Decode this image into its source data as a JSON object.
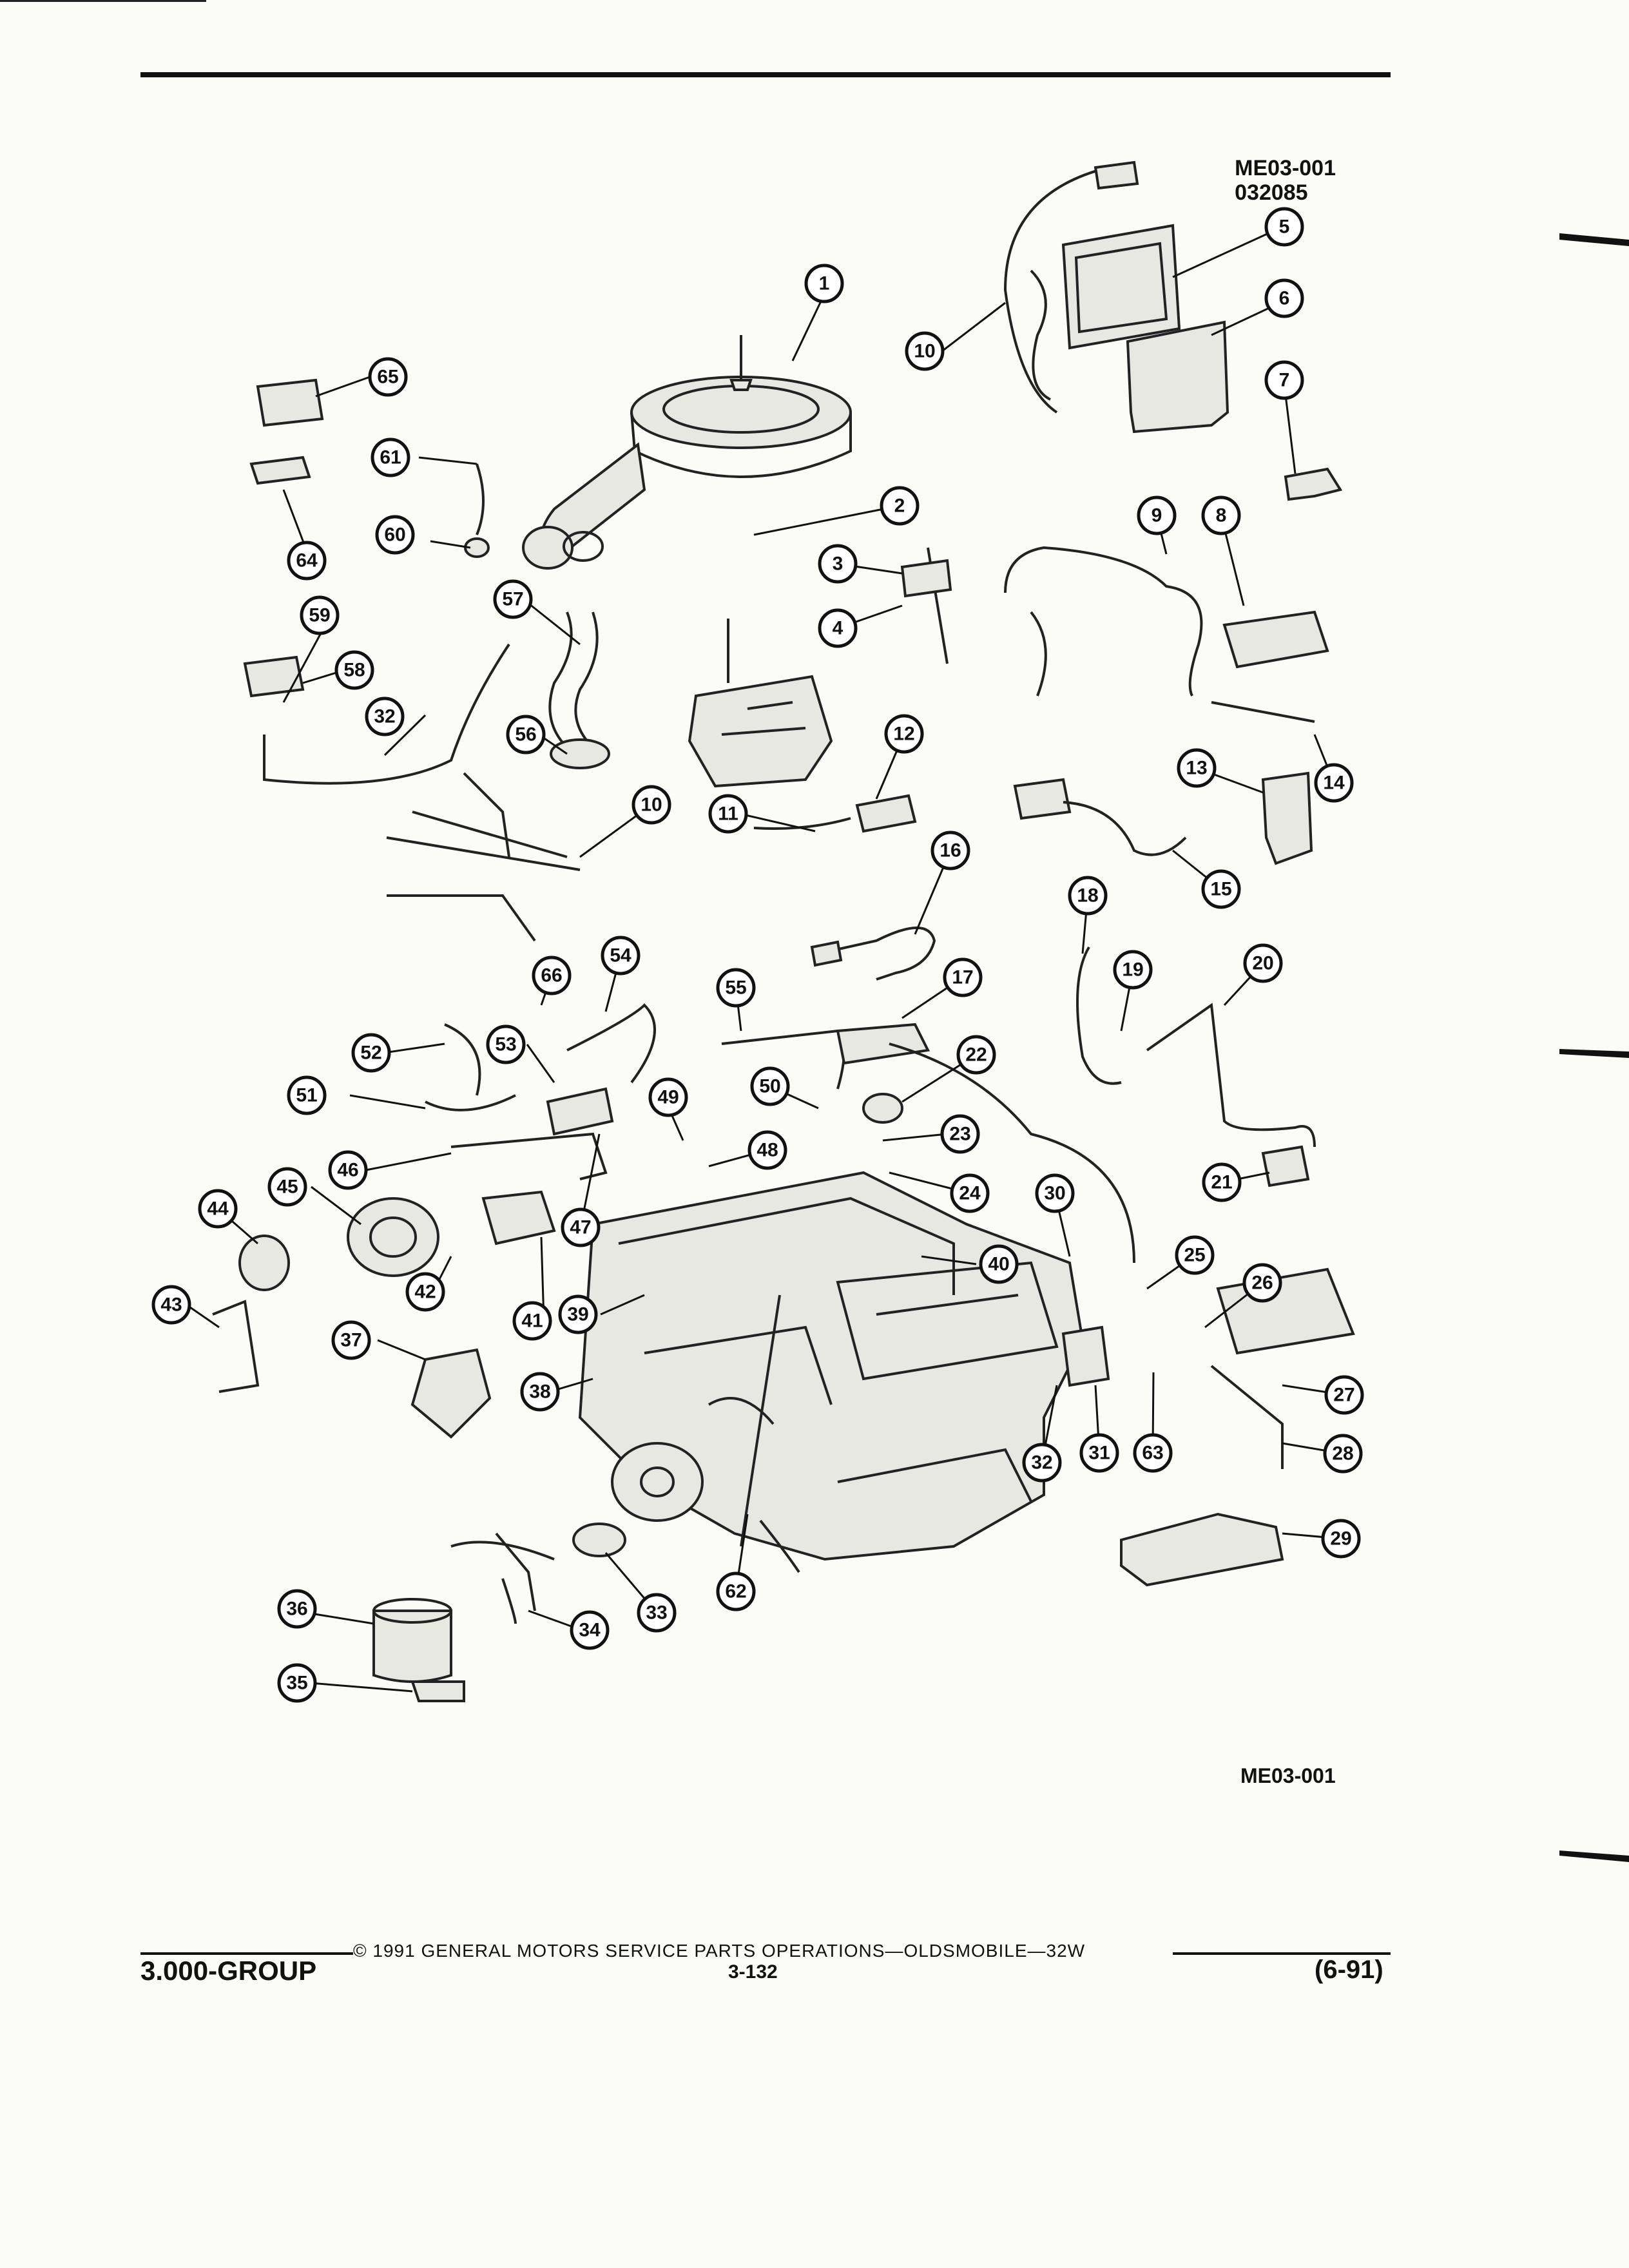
{
  "figure": {
    "id_top": "ME03-001",
    "date_code": "032085",
    "id_bottom": "ME03-001"
  },
  "callouts": [
    "1",
    "2",
    "3",
    "4",
    "5",
    "6",
    "7",
    "8",
    "9",
    "10",
    "11",
    "12",
    "13",
    "14",
    "15",
    "16",
    "17",
    "18",
    "19",
    "20",
    "21",
    "22",
    "23",
    "24",
    "25",
    "26",
    "27",
    "28",
    "29",
    "30",
    "31",
    "32",
    "33",
    "34",
    "35",
    "36",
    "37",
    "38",
    "39",
    "40",
    "41",
    "42",
    "43",
    "44",
    "45",
    "46",
    "47",
    "48",
    "49",
    "50",
    "51",
    "52",
    "53",
    "54",
    "55",
    "56",
    "57",
    "58",
    "59",
    "60",
    "61",
    "62",
    "63",
    "64",
    "65",
    "66",
    "10",
    "32"
  ],
  "footer": {
    "copyright": "© 1991 GENERAL MOTORS SERVICE PARTS OPERATIONS—OLDSMOBILE—32W",
    "group": "3.000-GROUP",
    "page": "3-132",
    "date": "(6-91)"
  }
}
